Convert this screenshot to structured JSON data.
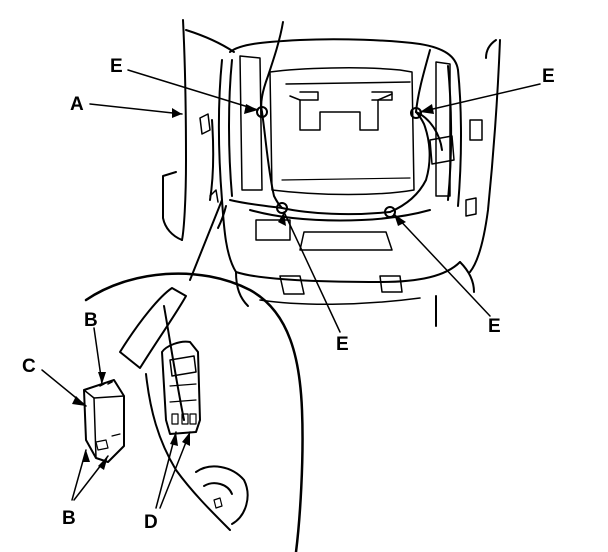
{
  "callouts": {
    "a": "A",
    "b_top": "B",
    "b_bottom": "B",
    "c": "C",
    "d": "D",
    "e_top_left": "E",
    "e_top_right": "E",
    "e_mid_left": "E",
    "e_mid_right": "E"
  },
  "colors": {
    "line": "#000000",
    "background": "#ffffff"
  }
}
